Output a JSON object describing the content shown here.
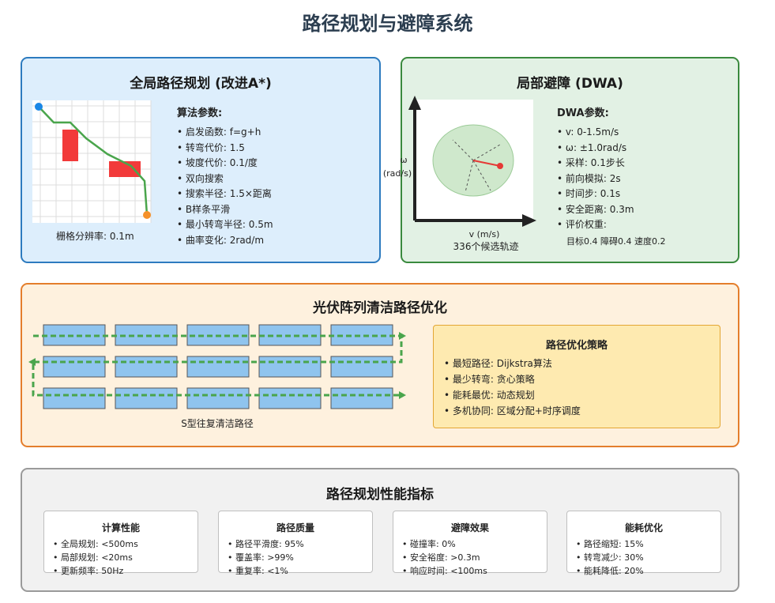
{
  "title": "路径规划与避障系统",
  "global_panel": {
    "title": "全局路径规划 (改进A*)",
    "grid_caption": "栅格分辨率: 0.1m",
    "params_title": "算法参数:",
    "params": [
      "启发函数: f=g+h",
      "转弯代价: 1.5",
      "坡度代价: 0.1/度",
      "双向搜索",
      "搜索半径: 1.5×距离",
      "B样条平滑",
      "最小转弯半径: 0.5m",
      "曲率变化: 2rad/m"
    ],
    "colors": {
      "start": "#1a87e6",
      "goal": "#f5912a",
      "obstacle": "#f23a3a",
      "path": "#4aa54c"
    }
  },
  "local_panel": {
    "title": "局部避障 (DWA)",
    "y_axis_label_1": "ω",
    "y_axis_label_2": "(rad/s)",
    "x_axis_label": "v (m/s)",
    "caption": "336个候选轨迹",
    "params_title": "DWA参数:",
    "params": [
      "v: 0-1.5m/s",
      "ω: ±1.0rad/s",
      "采样: 0.1步长",
      "前向模拟: 2s",
      "时间步: 0.1s",
      "安全距离: 0.3m",
      "评价权重:"
    ],
    "weights": "目标0.4 障碍0.4 速度0.2",
    "colors": {
      "window_fill": "#cfe8cc",
      "best_trajectory": "#e53935"
    }
  },
  "pv_panel": {
    "title": "光伏阵列清洁路径优化",
    "caption": "S型往复清洁路径",
    "strategy_title": "路径优化策略",
    "strategies": [
      "最短路径: Dijkstra算法",
      "最少转弯: 贪心策略",
      "能耗最优: 动态规划",
      "多机协同: 区域分配+时序调度"
    ],
    "colors": {
      "panel_fill": "#8fc4ee",
      "route": "#4aa54c"
    }
  },
  "perf_panel": {
    "title": "路径规划性能指标",
    "metrics": [
      {
        "title": "计算性能",
        "items": [
          "全局规划: <500ms",
          "局部规划: <20ms",
          "更新频率: 50Hz"
        ]
      },
      {
        "title": "路径质量",
        "items": [
          "路径平滑度: 95%",
          "覆盖率: >99%",
          "重复率: <1%"
        ]
      },
      {
        "title": "避障效果",
        "items": [
          "碰撞率: 0%",
          "安全裕度: >0.3m",
          "响应时间: <100ms"
        ]
      },
      {
        "title": "能耗优化",
        "items": [
          "路径缩短: 15%",
          "转弯减少: 30%",
          "能耗降低: 20%"
        ]
      }
    ]
  }
}
